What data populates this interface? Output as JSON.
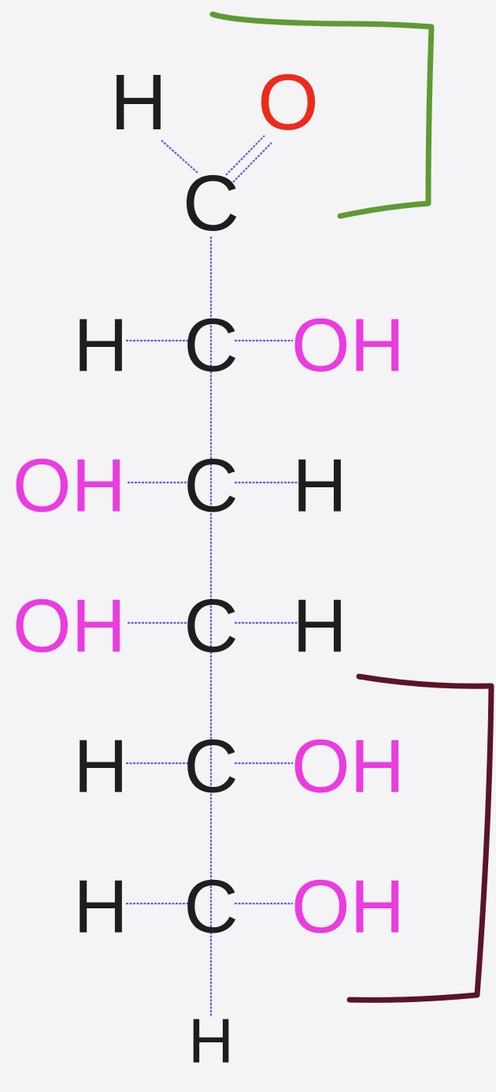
{
  "colors": {
    "background": "#f4f4f6",
    "carbon": "#1e1e1e",
    "hydrogen": "#1e1e1e",
    "aldehyde_oxygen": "#ee2a1c",
    "hydroxyl": "#ea3ce0",
    "bond": "#5a63e0",
    "aldehyde_bracket": "#5f9a33",
    "terminal_bracket": "#5a1428"
  },
  "top": {
    "hydrogen": "H",
    "oxygen": "O",
    "carbon": "C"
  },
  "rows": [
    {
      "left": "H",
      "carbon": "C",
      "right": "OH"
    },
    {
      "left": "OH",
      "carbon": "C",
      "right": "H"
    },
    {
      "left": "OH",
      "carbon": "C",
      "right": "H"
    },
    {
      "left": "H",
      "carbon": "C",
      "right": "OH"
    },
    {
      "left": "H",
      "carbon": "C",
      "right": "OH"
    }
  ],
  "bottom": {
    "hydrogen": "H"
  }
}
